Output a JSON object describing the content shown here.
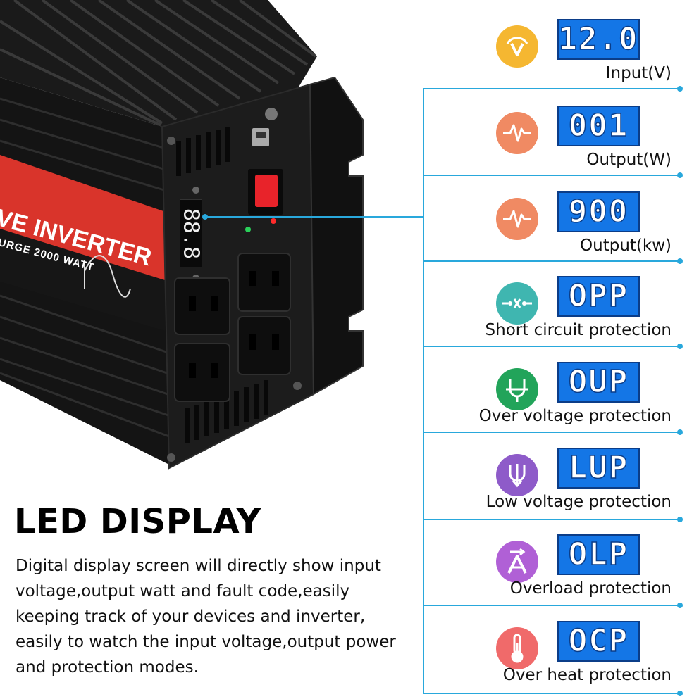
{
  "product": {
    "brand_main": "VE INVERTER",
    "brand_sub": "URGE 2000 WATT",
    "unit_display": "88.8"
  },
  "heading": "LED DISPLAY",
  "description": "Digital display screen will directly show input voltage,output watt and fault code,easily keeping track of your devices and inverter, easily to watch the input voltage,output power and protection modes.",
  "colors": {
    "callout_line": "#29a8dc",
    "display_bg": "#1476e6",
    "brand_band": "#d9342b"
  },
  "features": [
    {
      "icon": "voltage-icon",
      "icon_color": "#f5b731",
      "display": "12.0",
      "label": "Input(V)"
    },
    {
      "icon": "waveform-icon",
      "icon_color": "#f08a63",
      "display": "001",
      "label": "Output(W)"
    },
    {
      "icon": "waveform-icon",
      "icon_color": "#f08a63",
      "display": "900",
      "label": "Output(kw)"
    },
    {
      "icon": "short-circuit-icon",
      "icon_color": "#3fb6b0",
      "display": "OPP",
      "label": "Short circuit protection"
    },
    {
      "icon": "over-voltage-icon",
      "icon_color": "#22a45a",
      "display": "OUP",
      "label": "Over voltage protection"
    },
    {
      "icon": "low-voltage-icon",
      "icon_color": "#8e5bc9",
      "display": "LUP",
      "label": "Low voltage protection"
    },
    {
      "icon": "overload-icon",
      "icon_color": "#b060d6",
      "display": "OLP",
      "label": "Overload protection"
    },
    {
      "icon": "thermometer-icon",
      "icon_color": "#f06a6a",
      "display": "OCP",
      "label": "Over heat protection"
    }
  ]
}
